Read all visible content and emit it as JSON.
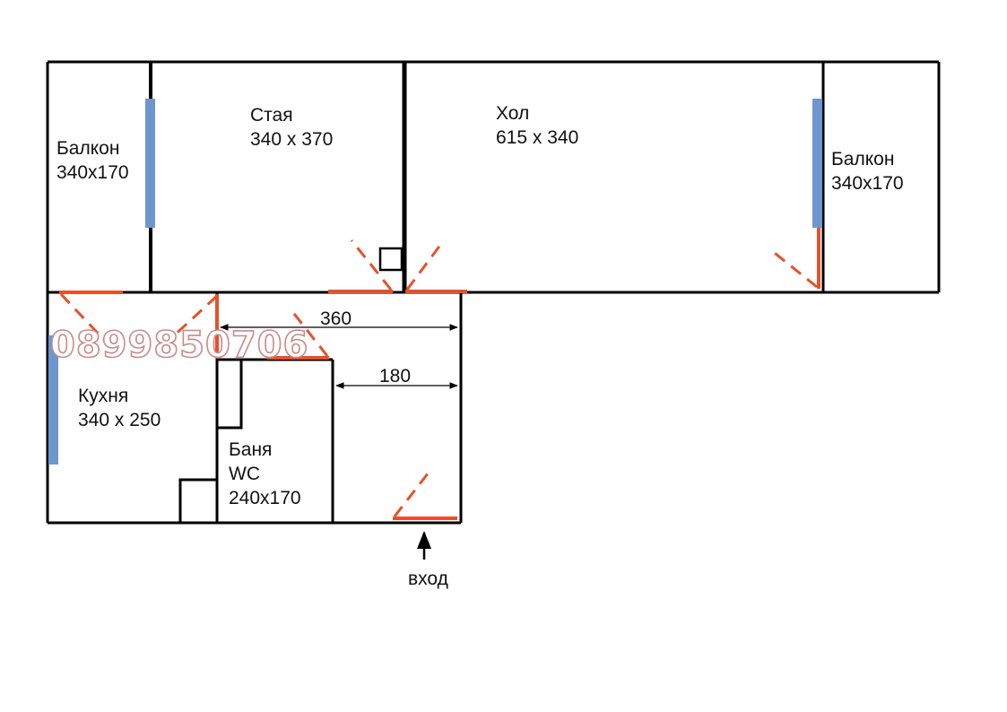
{
  "rooms": {
    "balcony_left": {
      "name": "Балкон",
      "size": "340x170"
    },
    "room": {
      "name": "Стая",
      "size": "340 x 370"
    },
    "hall": {
      "name": "Хол",
      "size": "615 x 340"
    },
    "balcony_right": {
      "name": "Балкон",
      "size": "340x170"
    },
    "kitchen": {
      "name": "Кухня",
      "size": "340 x 250"
    },
    "bath": {
      "name": "Баня",
      "name2": "WC",
      "size": "240x170"
    }
  },
  "dimensions": {
    "corridor_width": "360",
    "entry_width": "180"
  },
  "entrance": {
    "label": "вход"
  },
  "watermark": {
    "text": "0899850706"
  },
  "colors": {
    "wall": "#000000",
    "door": "#e8502a",
    "window": "#6d96cf",
    "watermark": "#c98a8a"
  },
  "icons": {
    "entrance": "arrow-up-icon",
    "dimension": "double-arrow-icon"
  }
}
